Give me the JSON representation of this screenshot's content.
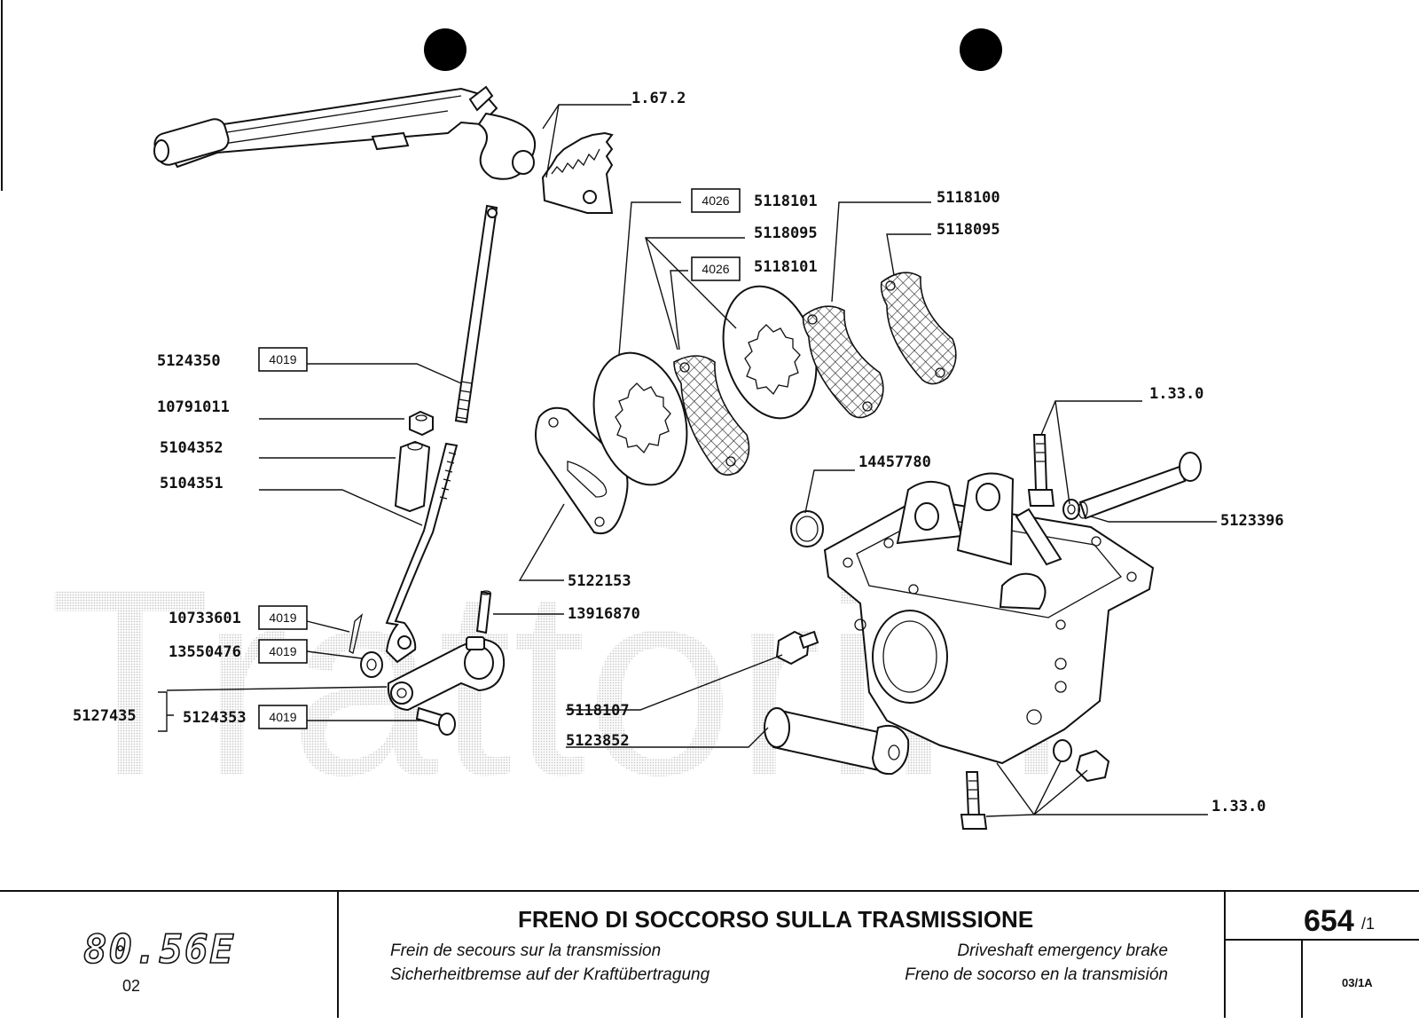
{
  "watermark": "TrattoriIT",
  "callouts": {
    "p1672": "1.67.2",
    "p5118101a": "5118101",
    "p5118095a": "5118095",
    "p5118101b": "5118101",
    "p5118100": "5118100",
    "p5118095b": "5118095",
    "p5124350": "5124350",
    "p10791011": "10791011",
    "p5104352": "5104352",
    "p5104351": "5104351",
    "p1330a": "1.33.0",
    "p14457780": "14457780",
    "p5123396": "5123396",
    "p5122153": "5122153",
    "p13916870": "13916870",
    "p10733601": "10733601",
    "p13550476": "13550476",
    "p5127435": "5127435",
    "p5124353": "5124353",
    "p5118107": "5118107",
    "p5123852": "5123852",
    "p1330b": "1.33.0"
  },
  "code_boxes": {
    "box_5118101a": "4026",
    "box_5118101b": "4026",
    "box_5124350": "4019",
    "box_10733601": "4019",
    "box_13550476": "4019",
    "box_5124353": "4019"
  },
  "title_block": {
    "model": "80.56E",
    "variant": "02",
    "title_it": "FRENO DI SOCCORSO SULLA TRASMISSIONE",
    "title_fr": "Frein de secours sur la transmission",
    "title_de": "Sicherheitbremse auf der Kraftübertragung",
    "title_en": "Driveshaft emergency brake",
    "title_es": "Freno de socorso en la transmisión",
    "page_number": "654",
    "page_sub": "/1",
    "revision": "03/1A"
  }
}
